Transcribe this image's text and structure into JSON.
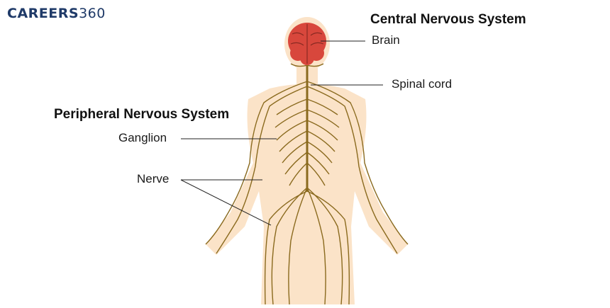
{
  "logo": {
    "bold": "CAREERS",
    "light": "360"
  },
  "headings": {
    "central": "Central Nervous System",
    "peripheral": "Peripheral Nervous System"
  },
  "labels": {
    "brain": "Brain",
    "spinal_cord": "Spinal cord",
    "ganglion": "Ganglion",
    "nerve": "Nerve"
  },
  "colors": {
    "skin": "#fbe3c8",
    "nerve": "#8a6a1e",
    "brain": "#d8473c",
    "leader": "#222222"
  }
}
